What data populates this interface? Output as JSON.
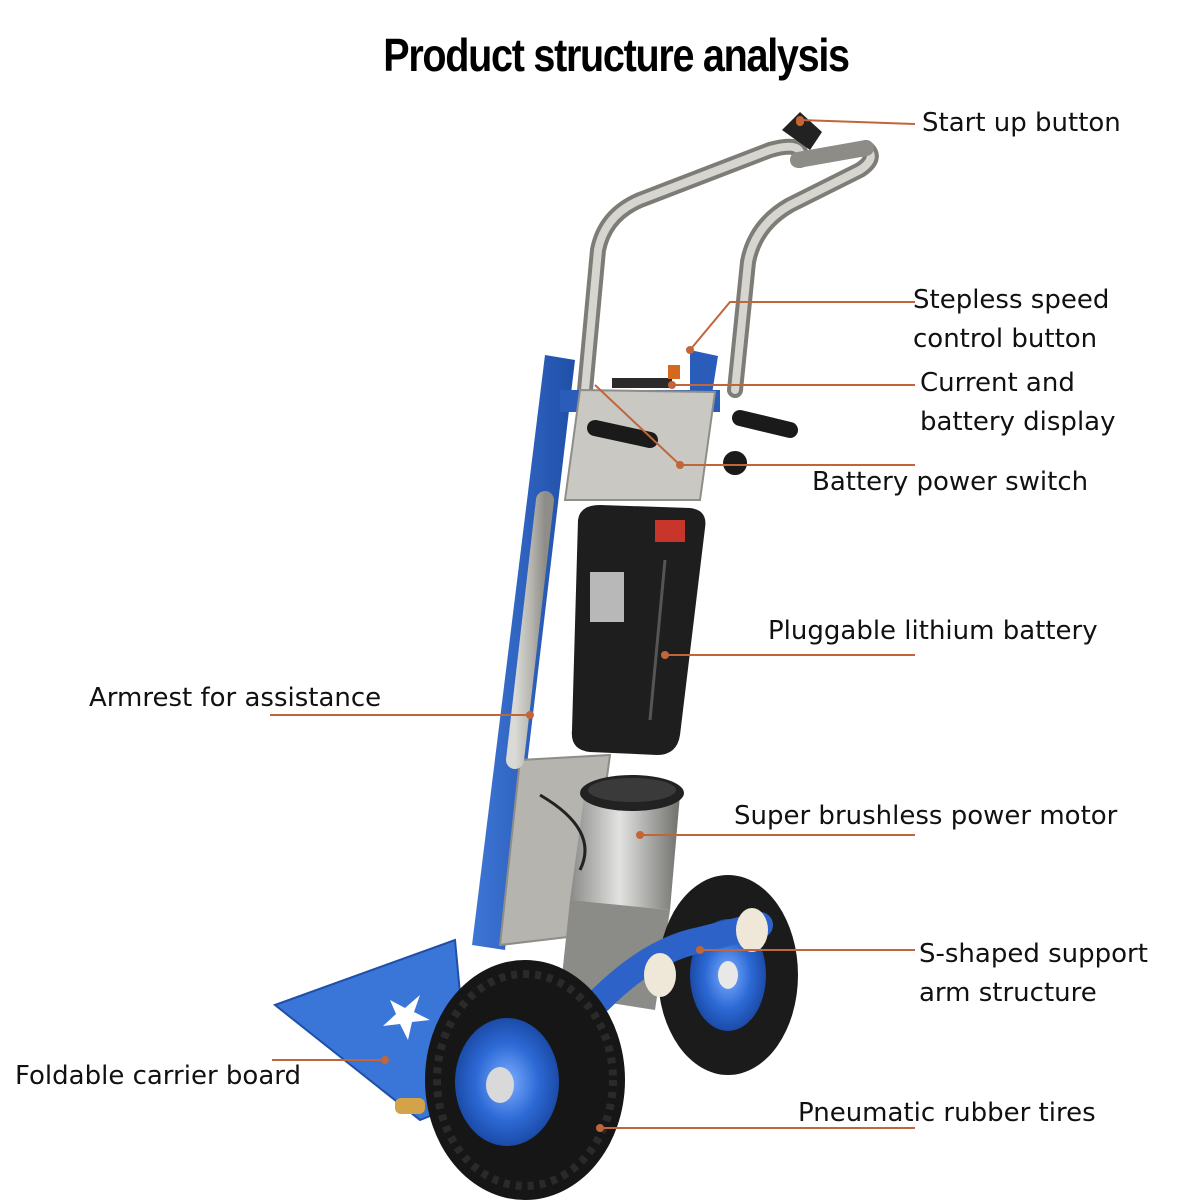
{
  "title": "Product structure analysis",
  "colors": {
    "leader_line": "#c0663a",
    "frame_blue": "#2f63c4",
    "text": "#111111"
  },
  "callouts": [
    {
      "id": "start-up-button",
      "lines": [
        "Start up button"
      ]
    },
    {
      "id": "stepless-speed-control-button",
      "lines": [
        "Stepless speed",
        "control button"
      ]
    },
    {
      "id": "current-battery-display",
      "lines": [
        "Current and",
        "battery display"
      ]
    },
    {
      "id": "battery-power-switch",
      "lines": [
        "Battery power switch"
      ]
    },
    {
      "id": "pluggable-lithium-battery",
      "lines": [
        "Pluggable lithium battery"
      ]
    },
    {
      "id": "armrest-for-assistance",
      "lines": [
        "Armrest for assistance"
      ]
    },
    {
      "id": "super-brushless-power-motor",
      "lines": [
        "Super brushless power motor"
      ]
    },
    {
      "id": "s-shaped-support-arm",
      "lines": [
        "S-shaped support",
        "arm structure"
      ]
    },
    {
      "id": "foldable-carrier-board",
      "lines": [
        "Foldable carrier board"
      ]
    },
    {
      "id": "pneumatic-rubber-tires",
      "lines": [
        "Pneumatic rubber tires"
      ]
    }
  ]
}
